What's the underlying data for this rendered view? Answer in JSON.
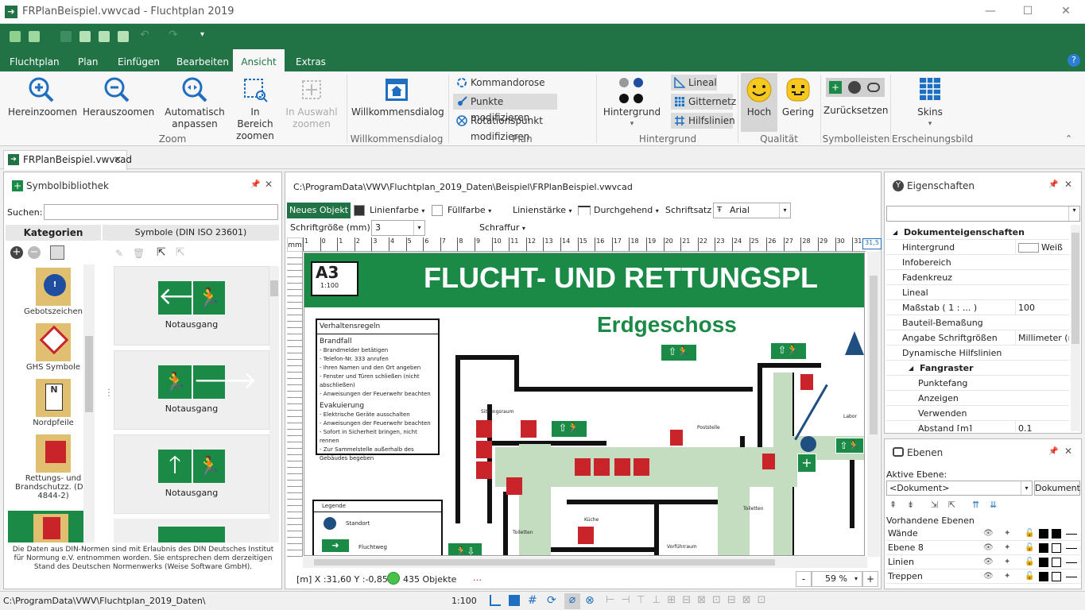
{
  "window": {
    "title": "FRPlanBeispiel.vwvcad - Fluchtplan 2019"
  },
  "ribbon": {
    "tabs": [
      "Fluchtplan",
      "Plan",
      "Einfügen",
      "Bearbeiten",
      "Ansicht",
      "Extras"
    ],
    "zoom": {
      "hereinzoomen": "Hereinzoomen",
      "herauszoomen": "Herauszoomen",
      "auto": "Automatisch anpassen",
      "bereich": "In Bereich zoomen",
      "auswahl": "In Auswahl zoomen",
      "label": "Zoom"
    },
    "willkommen": {
      "button": "Willkommensdialog",
      "label": "Willkommensdialog"
    },
    "plan": {
      "kommandorose": "Kommandorose",
      "punkte": "Punkte modifizieren",
      "rotation": "Rotationspunkt modifizieren",
      "label": "Plan"
    },
    "hintergrund": {
      "button": "Hintergrund",
      "lineal": "Lineal",
      "gitternetz": "Gitternetz",
      "hilfslinien": "Hilfslinien",
      "label": "Hintergrund"
    },
    "qualitaet": {
      "hoch": "Hoch",
      "gering": "Gering",
      "label": "Qualität"
    },
    "symbolleisten": {
      "button": "Zurücksetzen",
      "label": "Symbolleisten"
    },
    "erscheinung": {
      "button": "Skins",
      "label": "Erscheinungsbild"
    }
  },
  "doc_tab": "FRPlanBeispiel.vwvcad",
  "library": {
    "title": "Symbolbibliothek",
    "search_label": "Suchen:",
    "search_value": "",
    "categories_header": "Kategorien",
    "symbols_header": "Symbole (DIN ISO 23601)",
    "categories": [
      "Gebotszeichen",
      "GHS Symbole",
      "Nordpfeile",
      "Rettungs- und Brandschutzz. (DIN 4844-2)"
    ],
    "symbols": [
      "Notausgang",
      "Notausgang",
      "Notausgang"
    ],
    "footer": "Die Daten aus DIN-Normen sind mit Erlaubnis des DIN Deutsches Institut für Normung e.V. entnommen worden. Sie entsprechen dem derzeitigen Stand des Deutschen Normenwerks (Weise Software GmbH)."
  },
  "editor": {
    "path": "C:\\ProgramData\\VWV\\Fluchtplan_2019_Daten\\Beispiel\\FRPlanBeispiel.vwvcad",
    "neues_objekt": "Neues Objekt",
    "linienfarbe": "Linienfarbe",
    "fuellfarbe": "Füllfarbe",
    "linienstaerke": "Linienstärke",
    "durchgehend": "Durchgehend",
    "schriftsatz": "Schriftsatz",
    "font": "Arial",
    "schriftgroesse_label": "Schriftgröße (mm)",
    "schriftgroesse": "3",
    "schraffur": "Schraffur",
    "ruler_unit": "mm",
    "ruler_ticks": [
      "1",
      "0",
      "1",
      "2",
      "3",
      "4",
      "5",
      "6",
      "7",
      "8",
      "9",
      "10",
      "11",
      "12",
      "13",
      "14",
      "15",
      "16",
      "17",
      "18",
      "19",
      "20",
      "21",
      "22",
      "23",
      "24",
      "25",
      "26",
      "27",
      "28",
      "29",
      "30",
      "31"
    ],
    "ruler_marker": "31,5",
    "coords": "[m] X :31,60 Y :-0,85",
    "objects": "435 Objekte",
    "zoom": "59 %"
  },
  "plan": {
    "format": "A3",
    "scale": "1:100",
    "heading": "FLUCHT- UND RETTUNGSPL",
    "floor": "Erdgeschoss",
    "rules_title": "Verhaltensregeln",
    "brandfall": "Brandfall",
    "brandfall_items": [
      "- Brandmelder betätigen",
      "- Telefon-Nr. 333 anrufen",
      "- Ihren Namen und den Ort angeben",
      "- Fenster und Türen schließen (nicht abschließen)",
      "- Anweisungen der Feuerwehr beachten"
    ],
    "evakuierung": "Evakuierung",
    "evakuierung_items": [
      "- Elektrische Geräte ausschalten",
      "- Anweisungen der Feuerwehr beachten",
      "- Sofort in Sicherheit bringen, nicht rennen",
      "- Zur Sammelstelle außerhalb des Gebäudes begeben"
    ],
    "legend_title": "Legende",
    "legend_standort": "Standort",
    "legend_fluchtweg": "Fluchtweg",
    "rooms": [
      "Sitzungsraum",
      "Poststelle",
      "Labor",
      "Küche",
      "Toiletten",
      "Toiletten",
      "Vorführraum"
    ]
  },
  "properties": {
    "title": "Eigenschaften",
    "section": "Dokumenteigenschaften",
    "rows": [
      {
        "label": "Hintergrund",
        "value": "Weiß"
      },
      {
        "label": "Infobereich",
        "value": ""
      },
      {
        "label": "Fadenkreuz",
        "value": ""
      },
      {
        "label": "Lineal",
        "value": ""
      },
      {
        "label": "Maßstab ( 1 : ... )",
        "value": "100"
      },
      {
        "label": "Bauteil-Bemaßung",
        "value": ""
      },
      {
        "label": "Angabe Schriftgrößen",
        "value": "Millimeter (m"
      },
      {
        "label": "Dynamische Hilfslinien",
        "value": ""
      }
    ],
    "sub_section": "Fangraster",
    "sub_rows": [
      {
        "label": "Punktefang",
        "value": ""
      },
      {
        "label": "Anzeigen",
        "value": ""
      },
      {
        "label": "Verwenden",
        "value": ""
      },
      {
        "label": "Abstand [m]",
        "value": "0.1"
      }
    ]
  },
  "layers": {
    "title": "Ebenen",
    "active_label": "Aktive Ebene:",
    "active_value": "<Dokument>",
    "dokument_button": "Dokument",
    "existing_label": "Vorhandene Ebenen",
    "items": [
      "Wände",
      "Ebene 8",
      "Linien",
      "Treppen"
    ]
  },
  "status": {
    "path": "C:\\ProgramData\\VWV\\Fluchtplan_2019_Daten\\",
    "scale": "1:100"
  },
  "colors": {
    "brand": "#217346",
    "sign_green": "#1a8a46",
    "fire_red": "#c8242a",
    "corridor": "#c4ddc0"
  }
}
